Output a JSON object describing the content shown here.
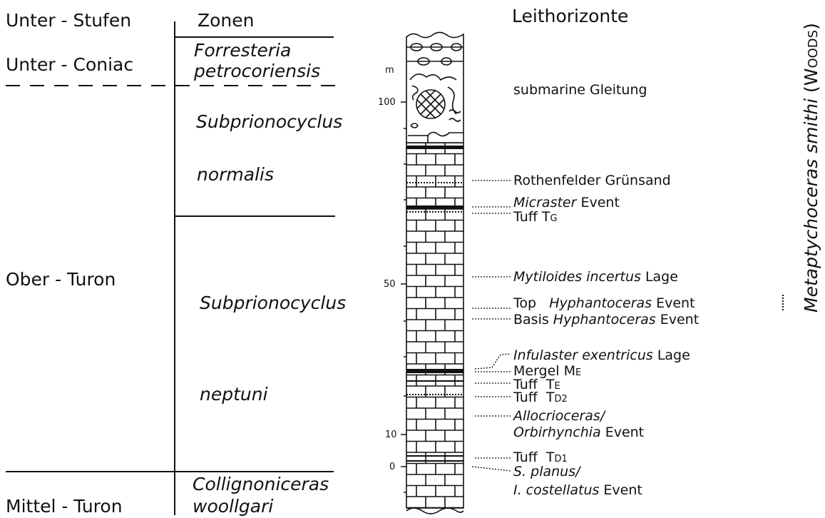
{
  "headers": {
    "substages": "Unter - Stufen",
    "zones": "Zonen",
    "marker_horizons": "Leithorizonte"
  },
  "stages": {
    "unter_coniac": "Unter - Coniac",
    "ober_turon": "Ober -  Turon",
    "mittel_turon": "Mittel - Turon"
  },
  "zones": {
    "forresteria_1": "Forresteria",
    "forresteria_2": "petrocoriensis",
    "subprionocyclus_normalis_1": "Subprionocyclus",
    "subprionocyclus_normalis_2": "normalis",
    "subprionocyclus_neptuni_1": "Subprionocyclus",
    "subprionocyclus_neptuni_2": "neptuni",
    "collignoniceras_1": "Collignoniceras",
    "collignoniceras_2": "woollgari"
  },
  "scale": {
    "unit": "m",
    "ticks": [
      "100",
      "50",
      "10",
      "0"
    ]
  },
  "horizons": {
    "gleitung": "submarine Gleitung",
    "rothenfelder": "Rothenfelder Grünsand",
    "micraster_a": "Micraster",
    "micraster_b": " Event",
    "tuff_tg": "Tuff T",
    "tuff_tg_sub": "G",
    "mytiloides_a": "Mytiloides incertus",
    "mytiloides_b": " Lage",
    "top_a": "Top   ",
    "top_b": "Hyphantoceras",
    "top_c": " Event",
    "basis_a": "Basis ",
    "basis_b": "Hyphantoceras",
    "basis_c": " Event",
    "infulaster_a": "Infulaster exentricus",
    "infulaster_b": " Lage",
    "mergel": "Mergel M",
    "mergel_sub": "E",
    "tuff_te": "Tuff  T",
    "tuff_te_sub": "E",
    "tuff_td2": "Tuff  T",
    "tuff_td2_sub": "D2",
    "allocrioceras": "Allocrioceras/",
    "orbirhynchia_a": "Orbirhynchia",
    "orbirhynchia_b": " Event",
    "tuff_td1": "Tuff  T",
    "tuff_td1_sub": "D1",
    "splanus": "S. planus/",
    "costellatus_a": "I. costellatus",
    "costellatus_b": " Event"
  },
  "range": {
    "species": "Metaptychoceras smithi",
    "author": "(Woods)"
  }
}
